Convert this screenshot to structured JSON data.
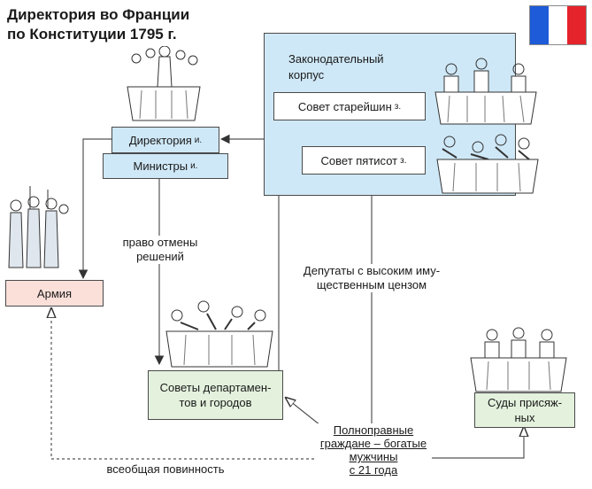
{
  "title_line1": "Директория во Франции",
  "title_line2": "по Конституции 1795 г.",
  "flag_colors": [
    "#1d5bd8",
    "#ffffff",
    "#e5232a"
  ],
  "legislative": {
    "label_line1": "Законодательный",
    "label_line2": "корпус",
    "elders": "Совет старейшин",
    "elders_mark": "з.",
    "five_hundred": "Совет пятисот",
    "five_hundred_mark": "з."
  },
  "directory": "Директория",
  "directory_mark": "и.",
  "ministers": "Министры",
  "ministers_mark": "и.",
  "army": "Армия",
  "veto_line1": "право отмены",
  "veto_line2": "решений",
  "deputies_line1": "Депутаты с высоким иму-",
  "deputies_line2": "щественным цензом",
  "councils_line1": "Советы департамен-",
  "councils_line2": "тов и городов",
  "juries_line1": "Суды присяж-",
  "juries_line2": "ных",
  "citizens_line1": "Полноправные",
  "citizens_line2": "граждане – богатые",
  "citizens_line3": "мужчины",
  "citizens_line4": "с 21 года",
  "conscription": "всеобщая повинность",
  "colors": {
    "blue_fill": "#cfe8f7",
    "green_fill": "#e3f1dd",
    "pink_fill": "#fbe0da",
    "lines": "#555555"
  }
}
